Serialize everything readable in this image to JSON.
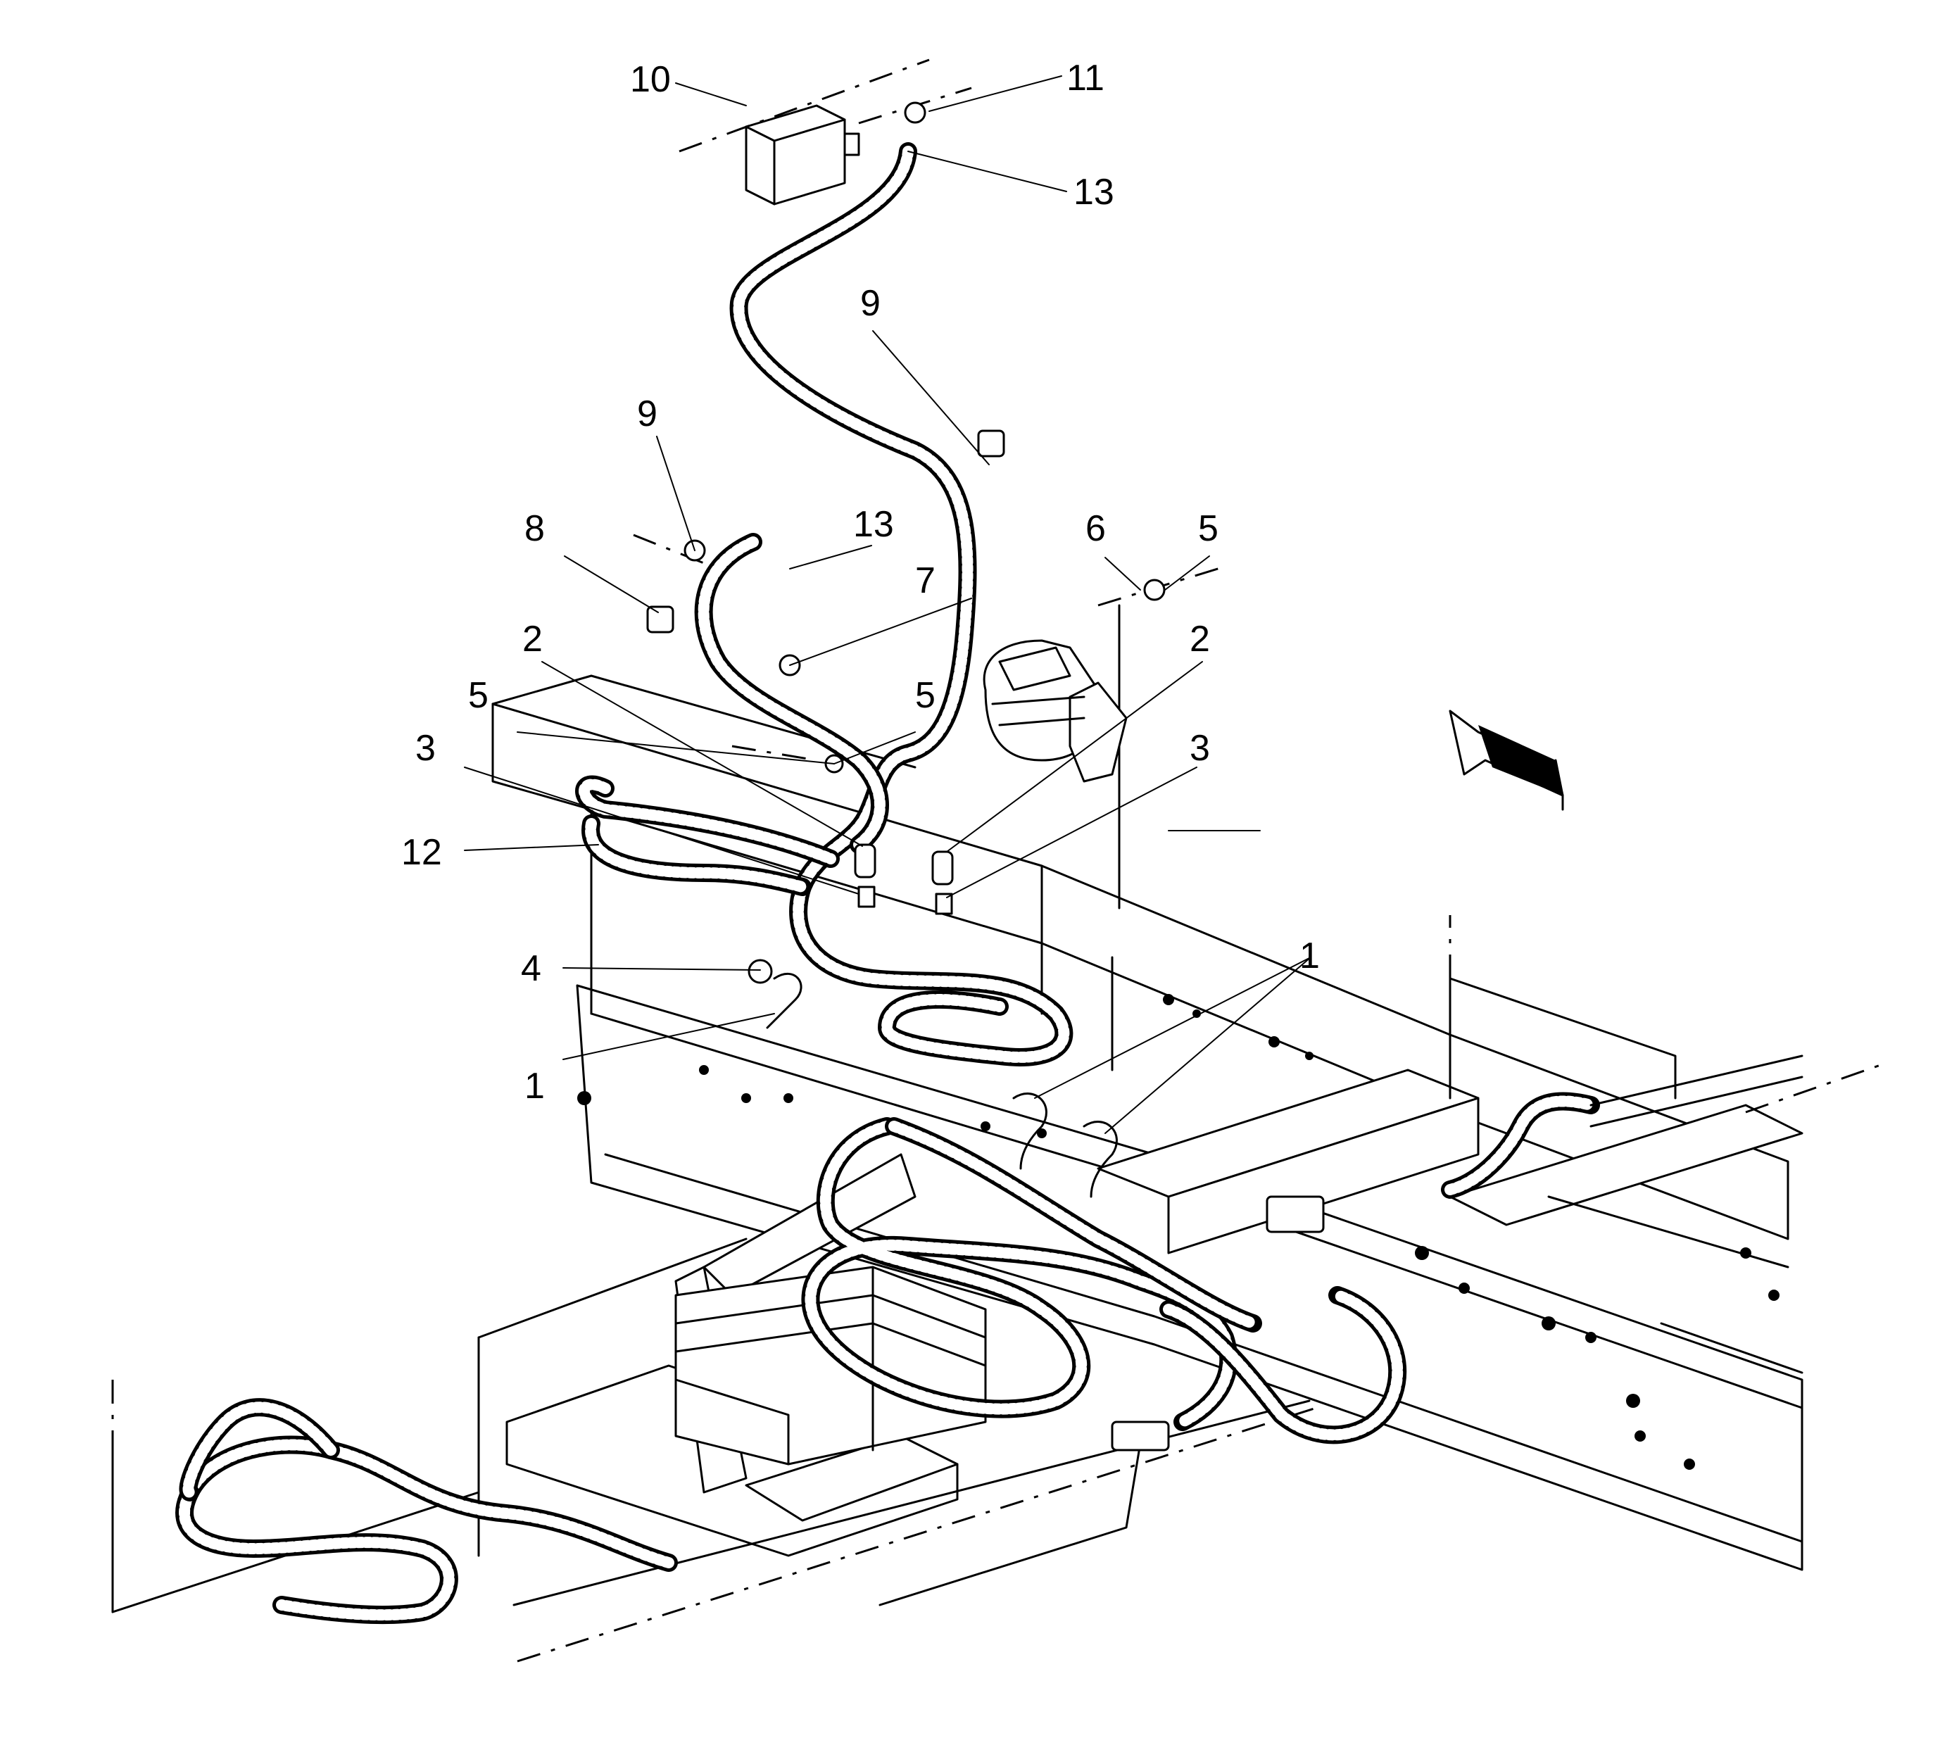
{
  "callouts": [
    {
      "id": "c10a",
      "text": "10"
    },
    {
      "id": "c11",
      "text": "11"
    },
    {
      "id": "c13a",
      "text": "13"
    },
    {
      "id": "c9a",
      "text": "9"
    },
    {
      "id": "c9b",
      "text": "9"
    },
    {
      "id": "c13b",
      "text": "13"
    },
    {
      "id": "c8",
      "text": "8"
    },
    {
      "id": "c7",
      "text": "7"
    },
    {
      "id": "c6",
      "text": "6"
    },
    {
      "id": "c5a",
      "text": "5"
    },
    {
      "id": "c2a",
      "text": "2"
    },
    {
      "id": "c2b",
      "text": "2"
    },
    {
      "id": "c5b",
      "text": "5"
    },
    {
      "id": "c5c",
      "text": "5"
    },
    {
      "id": "c3a",
      "text": "3"
    },
    {
      "id": "c3b",
      "text": "3"
    },
    {
      "id": "c12",
      "text": "12"
    },
    {
      "id": "c4",
      "text": "4"
    },
    {
      "id": "c1a",
      "text": "1"
    },
    {
      "id": "c1b",
      "text": "1"
    }
  ]
}
